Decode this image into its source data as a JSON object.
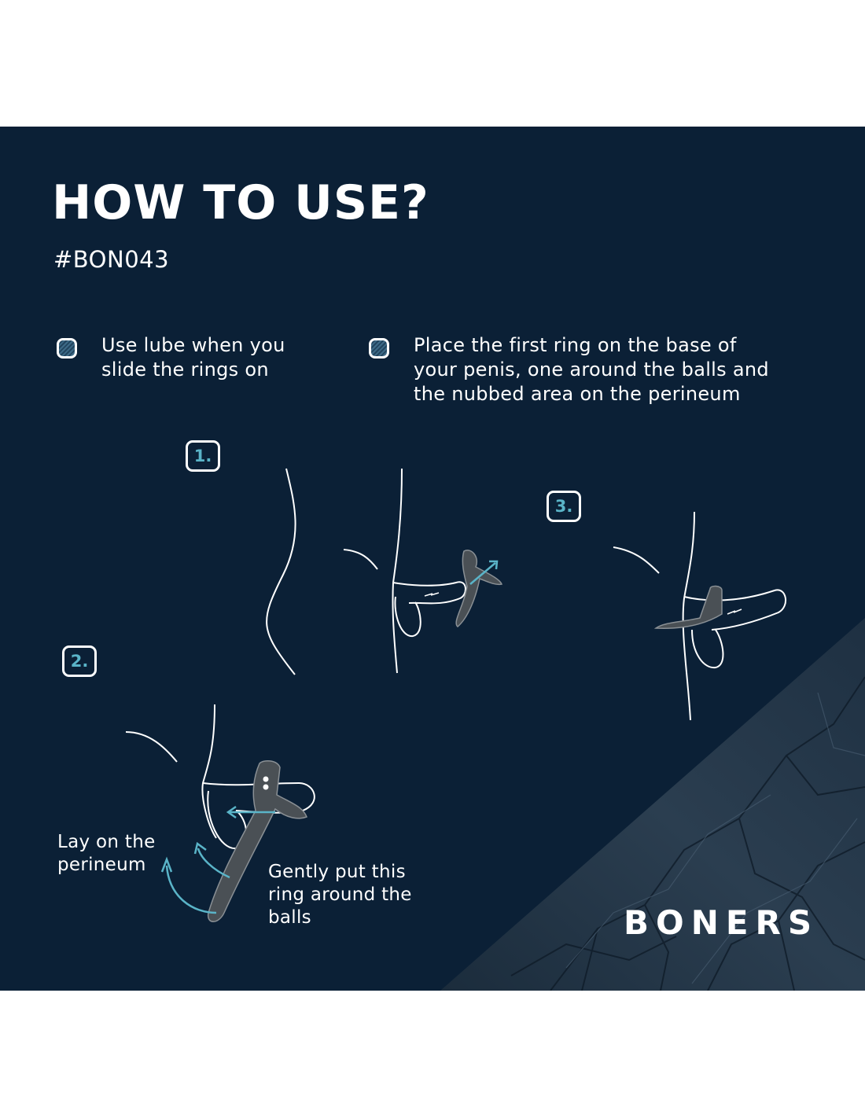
{
  "title": "HOW TO USE?",
  "product_code": "#BON043",
  "tips": [
    {
      "text": "Use lube when you\nslide the rings on",
      "icon": "checkbox-icon"
    },
    {
      "text": "Place the first ring on the base of\nyour penis, one around the balls and\nthe nubbed area on the perineum",
      "icon": "checkbox-icon"
    }
  ],
  "steps": [
    "1.",
    "2.",
    "3."
  ],
  "annotations": {
    "perineum": "Lay on the\nperineum",
    "balls": "Gently put this\nring around the\nballs"
  },
  "brand": "BONERS",
  "colors": {
    "background": "#0b2036",
    "accent": "#5ab4c8",
    "line": "#ffffff",
    "device": "#4a5055"
  }
}
